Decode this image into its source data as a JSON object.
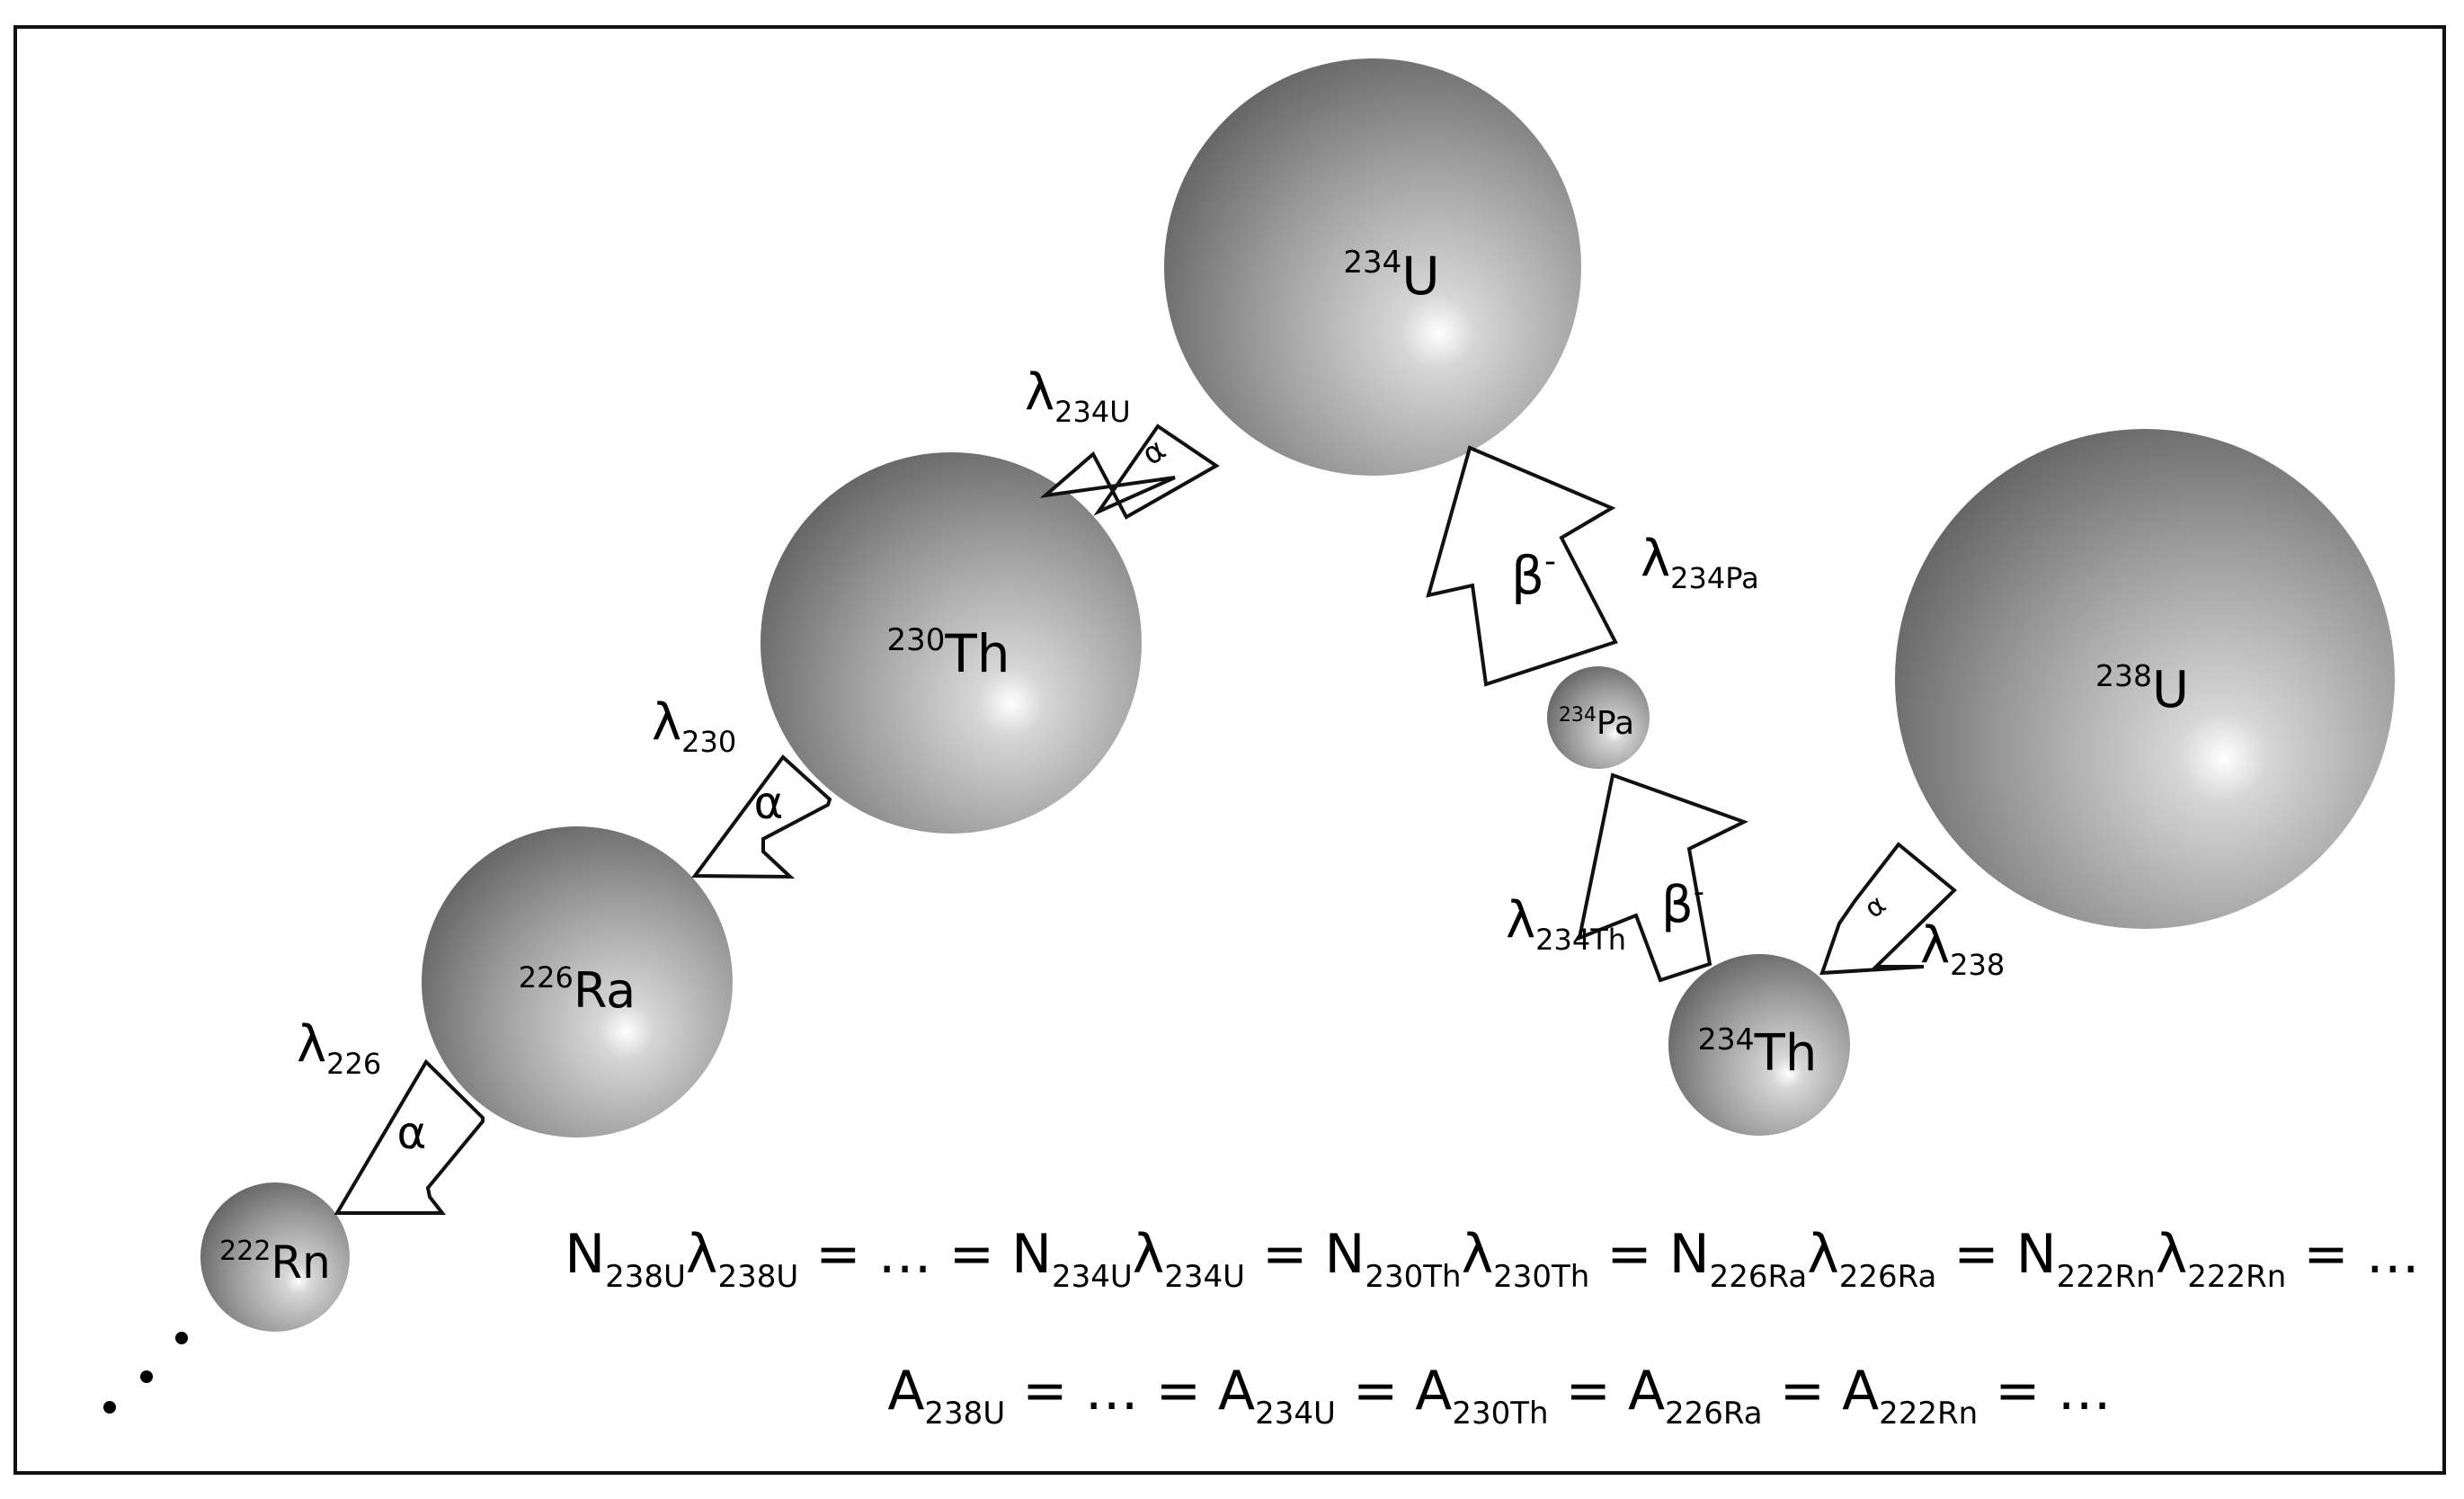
{
  "nuclides": {
    "u234": {
      "mass": "234",
      "symbol": "U"
    },
    "th230": {
      "mass": "230",
      "symbol": "Th"
    },
    "ra226": {
      "mass": "226",
      "symbol": "Ra"
    },
    "rn222": {
      "mass": "222",
      "symbol": "Rn"
    },
    "pa234": {
      "mass": "234",
      "symbol": "Pa"
    },
    "u238": {
      "mass": "238",
      "symbol": "U"
    },
    "th234": {
      "mass": "234",
      "symbol": "Th"
    }
  },
  "decays": {
    "u234_alpha": {
      "lambda": "λ",
      "sub": "234U",
      "type": "α"
    },
    "th230_alpha": {
      "lambda": "λ",
      "sub": "230",
      "type": "α"
    },
    "ra226_alpha": {
      "lambda": "λ",
      "sub": "226",
      "type": "α"
    },
    "pa234_beta": {
      "lambda": "λ",
      "sub": "234Pa",
      "type": "β",
      "sup": "-"
    },
    "th234_beta": {
      "lambda": "λ",
      "sub": "234Th",
      "type": "β",
      "sup": "-"
    },
    "u238_alpha": {
      "lambda": "λ",
      "sub": "238",
      "type": "α"
    }
  },
  "ellipsis_dots": "...",
  "equations": {
    "line1": [
      {
        "t": "N"
      },
      {
        "s": "238U"
      },
      {
        "t": "λ"
      },
      {
        "s": "238U"
      },
      {
        "t": " = … = "
      },
      {
        "t": "N"
      },
      {
        "s": "234U"
      },
      {
        "t": "λ"
      },
      {
        "s": "234U"
      },
      {
        "t": " = "
      },
      {
        "t": "N"
      },
      {
        "s": "230Th"
      },
      {
        "t": "λ"
      },
      {
        "s": "230Th"
      },
      {
        "t": " = "
      },
      {
        "t": "N"
      },
      {
        "s": "226Ra"
      },
      {
        "t": "λ"
      },
      {
        "s": "226Ra"
      },
      {
        "t": " = "
      },
      {
        "t": "N"
      },
      {
        "s": "222Rn"
      },
      {
        "t": "λ"
      },
      {
        "s": "222Rn"
      },
      {
        "t": " = …"
      }
    ],
    "line2": [
      {
        "t": "A"
      },
      {
        "s": "238U"
      },
      {
        "t": " = … = "
      },
      {
        "t": "A"
      },
      {
        "s": "234U"
      },
      {
        "t": " = "
      },
      {
        "t": "A"
      },
      {
        "s": "230Th"
      },
      {
        "t": " = "
      },
      {
        "t": "A"
      },
      {
        "s": "226Ra"
      },
      {
        "t": " = "
      },
      {
        "t": "A"
      },
      {
        "s": "222Rn"
      },
      {
        "t": " = …"
      }
    ]
  }
}
